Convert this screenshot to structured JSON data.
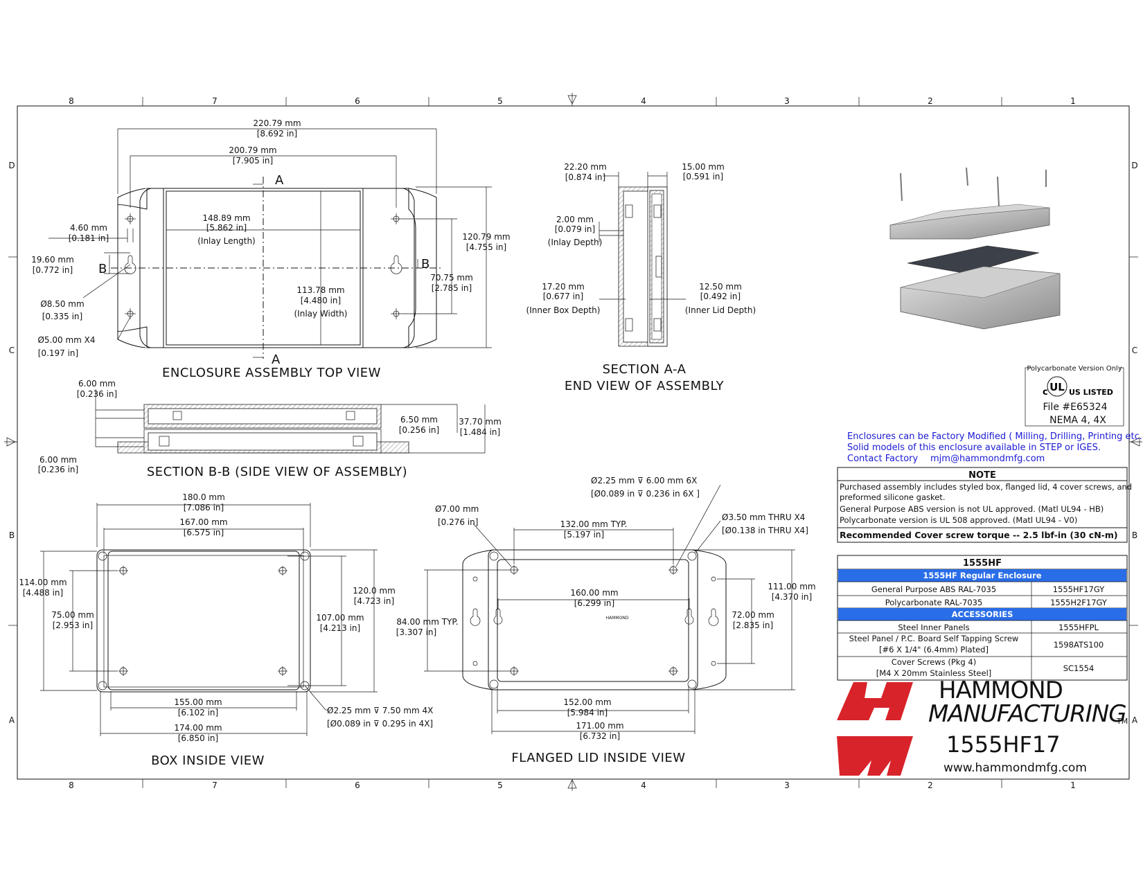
{
  "zones": {
    "columns": [
      "8",
      "7",
      "6",
      "5",
      "4",
      "3",
      "2",
      "1"
    ],
    "rows": [
      "D",
      "C",
      "B",
      "A"
    ]
  },
  "top_view": {
    "title": "ENCLOSURE ASSEMBLY TOP VIEW",
    "overall_w": "220.79 mm",
    "overall_w_in": "[8.692 in]",
    "hole_span": "200.79 mm",
    "hole_span_in": "[7.905 in]",
    "inlay_len": "148.89 mm",
    "inlay_len_in": "[5.862 in]",
    "inlay_len_label": "(Inlay Length)",
    "inlay_wid": "113.78 mm",
    "inlay_wid_in": "[4.480 in]",
    "inlay_wid_label": "(Inlay Width)",
    "height": "120.79 mm",
    "height_in": "[4.755 in]",
    "hole_v": "70.75 mm",
    "hole_v_in": "[2.785 in]",
    "slot_w": "4.60 mm",
    "slot_w_in": "[0.181 in]",
    "slot_len": "19.60 mm",
    "slot_len_in": "[0.772 in]",
    "dia_85": "Ø8.50 mm",
    "dia_85_in": "[0.335 in]",
    "dia_5": "Ø5.00 mm X4",
    "dia_5_in": "[0.197 in]",
    "cut_a": "A",
    "cut_b": "B"
  },
  "section_aa": {
    "title1": "SECTION A-A",
    "title2": "END VIEW OF ASSEMBLY",
    "w1": "22.20 mm",
    "w1_in": "[0.874 in]",
    "w2": "15.00 mm",
    "w2_in": "[0.591 in]",
    "inlay_d": "2.00 mm",
    "inlay_d_in": "[0.079 in]",
    "inlay_d_label": "(Inlay Depth)",
    "box_d": "17.20 mm",
    "box_d_in": "[0.677 in]",
    "box_d_label": "(Inner Box Depth)",
    "lid_d": "12.50 mm",
    "lid_d_in": "[0.492 in]",
    "lid_d_label": "(Inner Lid Depth)"
  },
  "section_bb": {
    "title": "SECTION B-B (SIDE VIEW OF ASSEMBLY)",
    "t1": "6.00 mm",
    "t1_in": "[0.236 in]",
    "t2": "6.00 mm",
    "t2_in": "[0.236 in]",
    "d1": "6.50 mm",
    "d1_in": "[0.256 in]",
    "d2": "37.70 mm",
    "d2_in": "[1.484 in]"
  },
  "box_inside": {
    "title": "BOX INSIDE VIEW",
    "w1": "180.0 mm",
    "w1_in": "[7.086 in]",
    "w2": "167.00 mm",
    "w2_in": "[6.575 in]",
    "h1": "114.00 mm",
    "h1_in": "[4.488 in]",
    "h2": "75.00 mm",
    "h2_in": "[2.953 in]",
    "h3": "120.0 mm",
    "h3_in": "[4.723 in]",
    "h4": "107.00 mm",
    "h4_in": "[4.213 in]",
    "b1": "155.00 mm",
    "b1_in": "[6.102 in]",
    "b2": "174.00 mm",
    "b2_in": "[6.850 in]",
    "hole": "Ø2.25 mm ⊽ 7.50 mm 4X",
    "hole_in": "[Ø0.089 in ⊽ 0.295 in 4X]"
  },
  "lid_inside": {
    "title": "FLANGED LID INSIDE VIEW",
    "hole6": "Ø2.25 mm ⊽ 6.00 mm 6X",
    "hole6_in": "[Ø0.089 in ⊽ 0.236 in 6X ]",
    "d7": "Ø7.00 mm",
    "d7_in": "[0.276 in]",
    "thru": "Ø3.50 mm THRU X4",
    "thru_in": "[Ø0.138 in THRU X4]",
    "w132": "132.00 mm TYP.",
    "w132_in": "[5.197 in]",
    "w160": "160.00 mm",
    "w160_in": "[6.299 in]",
    "h84": "84.00 mm TYP.",
    "h84_in": "[3.307 in]",
    "h111": "111.00 mm",
    "h111_in": "[4.370 in]",
    "h72": "72.00 mm",
    "h72_in": "[2.835 in]",
    "b152": "152.00 mm",
    "b152_in": "[5.984 in]",
    "b171": "171.00 mm",
    "b171_in": "[6.732 in]"
  },
  "ul": {
    "caption": "Polycarbonate Version Only",
    "mark": "c UL US LISTED",
    "file": "File #E65324",
    "nema": "NEMA 4, 4X"
  },
  "factory": {
    "line1": "Enclosures can be Factory Modified ( Milling, Drilling, Printing etc. )",
    "line2": "Solid models of this enclosure available in STEP or IGES.",
    "contact": "Contact Factory",
    "email": "mjm@hammondmfg.com"
  },
  "note": {
    "header": "NOTE",
    "l1": "Purchased  assembly includes styled box, flanged lid, 4 cover screws, and",
    "l2": "preformed silicone gasket.",
    "l3": "General Purpose ABS  version is not UL approved. (Matl UL94 - HB)",
    "l4": "Polycarbonate version is UL 508 approved. (Matl UL94 - V0)",
    "torque": "Recommended Cover screw torque -- 2.5 lbf-in (30 cN-m)"
  },
  "parts_table": {
    "title": "1555HF",
    "section1": "1555HF Regular Enclosure",
    "rows1": [
      {
        "desc": "General Purpose ABS RAL-7035",
        "pn": "1555HF17GY"
      },
      {
        "desc": "Polycarbonate RAL-7035",
        "pn": "1555H2F17GY"
      }
    ],
    "section2": "ACCESSORIES",
    "rows2": [
      {
        "desc": "Steel Inner Panels",
        "desc2": "",
        "pn": "1555HFPL"
      },
      {
        "desc": "Steel Panel / P.C. Board Self Tapping Screw",
        "desc2": "[#6 X 1/4\" (6.4mm) Plated]",
        "pn": "1598ATS100"
      },
      {
        "desc": "Cover Screws (Pkg 4)",
        "desc2": "[M4 X 20mm Stainless Steel]",
        "pn": "SC1554"
      }
    ]
  },
  "brand": {
    "line1": "HAMMOND",
    "line2": "MANUFACTURING",
    "tm": "TM",
    "part": "1555HF17",
    "url": "www.hammondmfg.com",
    "logo_color": "#d8232a"
  }
}
